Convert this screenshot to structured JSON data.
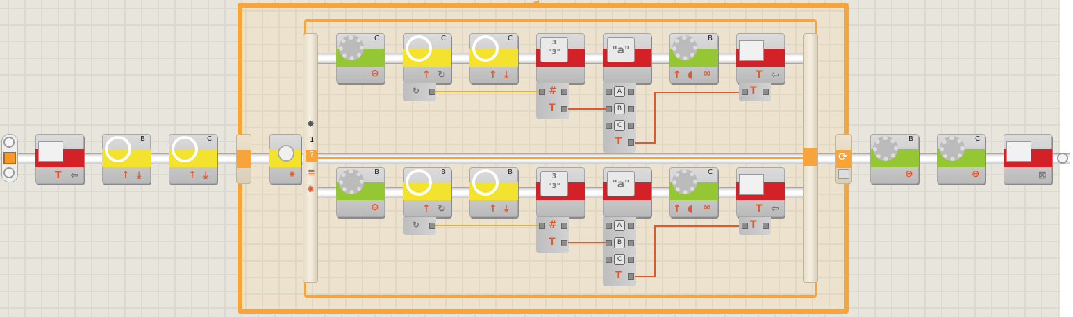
{
  "canvas": {
    "grid": "on",
    "colors": {
      "canvas_bg": "#e7e5dc",
      "loop_bg": "#ece2cd",
      "loop_orange": "#f7a43a",
      "red": "#d42027",
      "yellow": "#f3e32f",
      "green": "#95c735",
      "wire_orange": "#e4572a",
      "wire_yellow": "#e2b32e"
    }
  },
  "start": {
    "icon": "program-start-icon"
  },
  "main_sequence": [
    {
      "type": "file-access",
      "icon": "folder-file-icon",
      "port": "",
      "plugs": [
        "text-icon",
        "file-write-icon"
      ]
    },
    {
      "type": "rotation-sensor",
      "icon": "rotation-sensor-icon",
      "port": "B",
      "plugs": [
        "up-arrow-icon",
        "reset-icon"
      ]
    },
    {
      "type": "rotation-sensor",
      "icon": "rotation-sensor-icon",
      "port": "C",
      "plugs": [
        "up-arrow-icon",
        "reset-icon"
      ]
    }
  ],
  "loop": {
    "control": "light-sensor",
    "light_sensor": {
      "icon": "light-sensor-icon",
      "plug": "light-bulb-icon"
    },
    "switch": {
      "value": "1",
      "icons": [
        "sun-icon",
        "number-icon",
        "list-icon",
        "light-gear-icon"
      ]
    }
  },
  "branches": [
    {
      "name": "top",
      "blocks": [
        {
          "type": "motor",
          "port": "C",
          "plugs": [
            "stop-icon"
          ]
        },
        {
          "type": "rotation-sensor",
          "port": "C",
          "plugs": [
            "up-arrow-icon",
            "rotation-icon"
          ],
          "hub": [
            "rotation-icon"
          ]
        },
        {
          "type": "rotation-sensor",
          "port": "C",
          "plugs": [
            "up-arrow-icon",
            "reset-icon"
          ]
        },
        {
          "type": "number-to-text",
          "icon_text": "3 → \"3\"",
          "hub": [
            "#",
            "T"
          ]
        },
        {
          "type": "text",
          "icon_text": "\"a\"",
          "hub": [
            "A",
            "B",
            "C",
            "T"
          ]
        },
        {
          "type": "motor",
          "port": "B",
          "plugs": [
            "up-arrow-icon",
            "power-icon",
            "infinity-icon"
          ]
        },
        {
          "type": "file-access",
          "plugs": [
            "text-icon",
            "file-write-icon"
          ],
          "hub": [
            "T"
          ]
        }
      ]
    },
    {
      "name": "bottom",
      "blocks": [
        {
          "type": "motor",
          "port": "B",
          "plugs": [
            "stop-icon"
          ]
        },
        {
          "type": "rotation-sensor",
          "port": "B",
          "plugs": [
            "up-arrow-icon",
            "rotation-icon"
          ],
          "hub": [
            "rotation-icon"
          ]
        },
        {
          "type": "rotation-sensor",
          "port": "B",
          "plugs": [
            "up-arrow-icon",
            "reset-icon"
          ]
        },
        {
          "type": "number-to-text",
          "icon_text": "3 → \"3\"",
          "hub": [
            "#",
            "T"
          ]
        },
        {
          "type": "text",
          "icon_text": "\"a\"",
          "hub": [
            "A",
            "B",
            "C",
            "T"
          ]
        },
        {
          "type": "motor",
          "port": "C",
          "plugs": [
            "up-arrow-icon",
            "power-icon",
            "infinity-icon"
          ]
        },
        {
          "type": "file-access",
          "plugs": [
            "text-icon",
            "file-write-icon"
          ],
          "hub": [
            "T"
          ]
        }
      ]
    }
  ],
  "after_loop": [
    {
      "type": "motor",
      "port": "B",
      "plugs": [
        "stop-icon"
      ]
    },
    {
      "type": "motor",
      "port": "C",
      "plugs": [
        "stop-icon"
      ]
    },
    {
      "type": "file-access",
      "plugs": [
        "file-close-icon"
      ]
    }
  ],
  "labels": {
    "port_B": "B",
    "port_C": "C",
    "loop_count": "1",
    "text_T": "T",
    "hash": "#",
    "slot_A": "A",
    "slot_B": "B",
    "slot_C": "C",
    "num_to_text": "3\n\"3\"",
    "text_a": "\"a\"",
    "arrow_up": "↑",
    "arrow_down": "⤓",
    "stop": "⊖",
    "infinity": "∞"
  }
}
